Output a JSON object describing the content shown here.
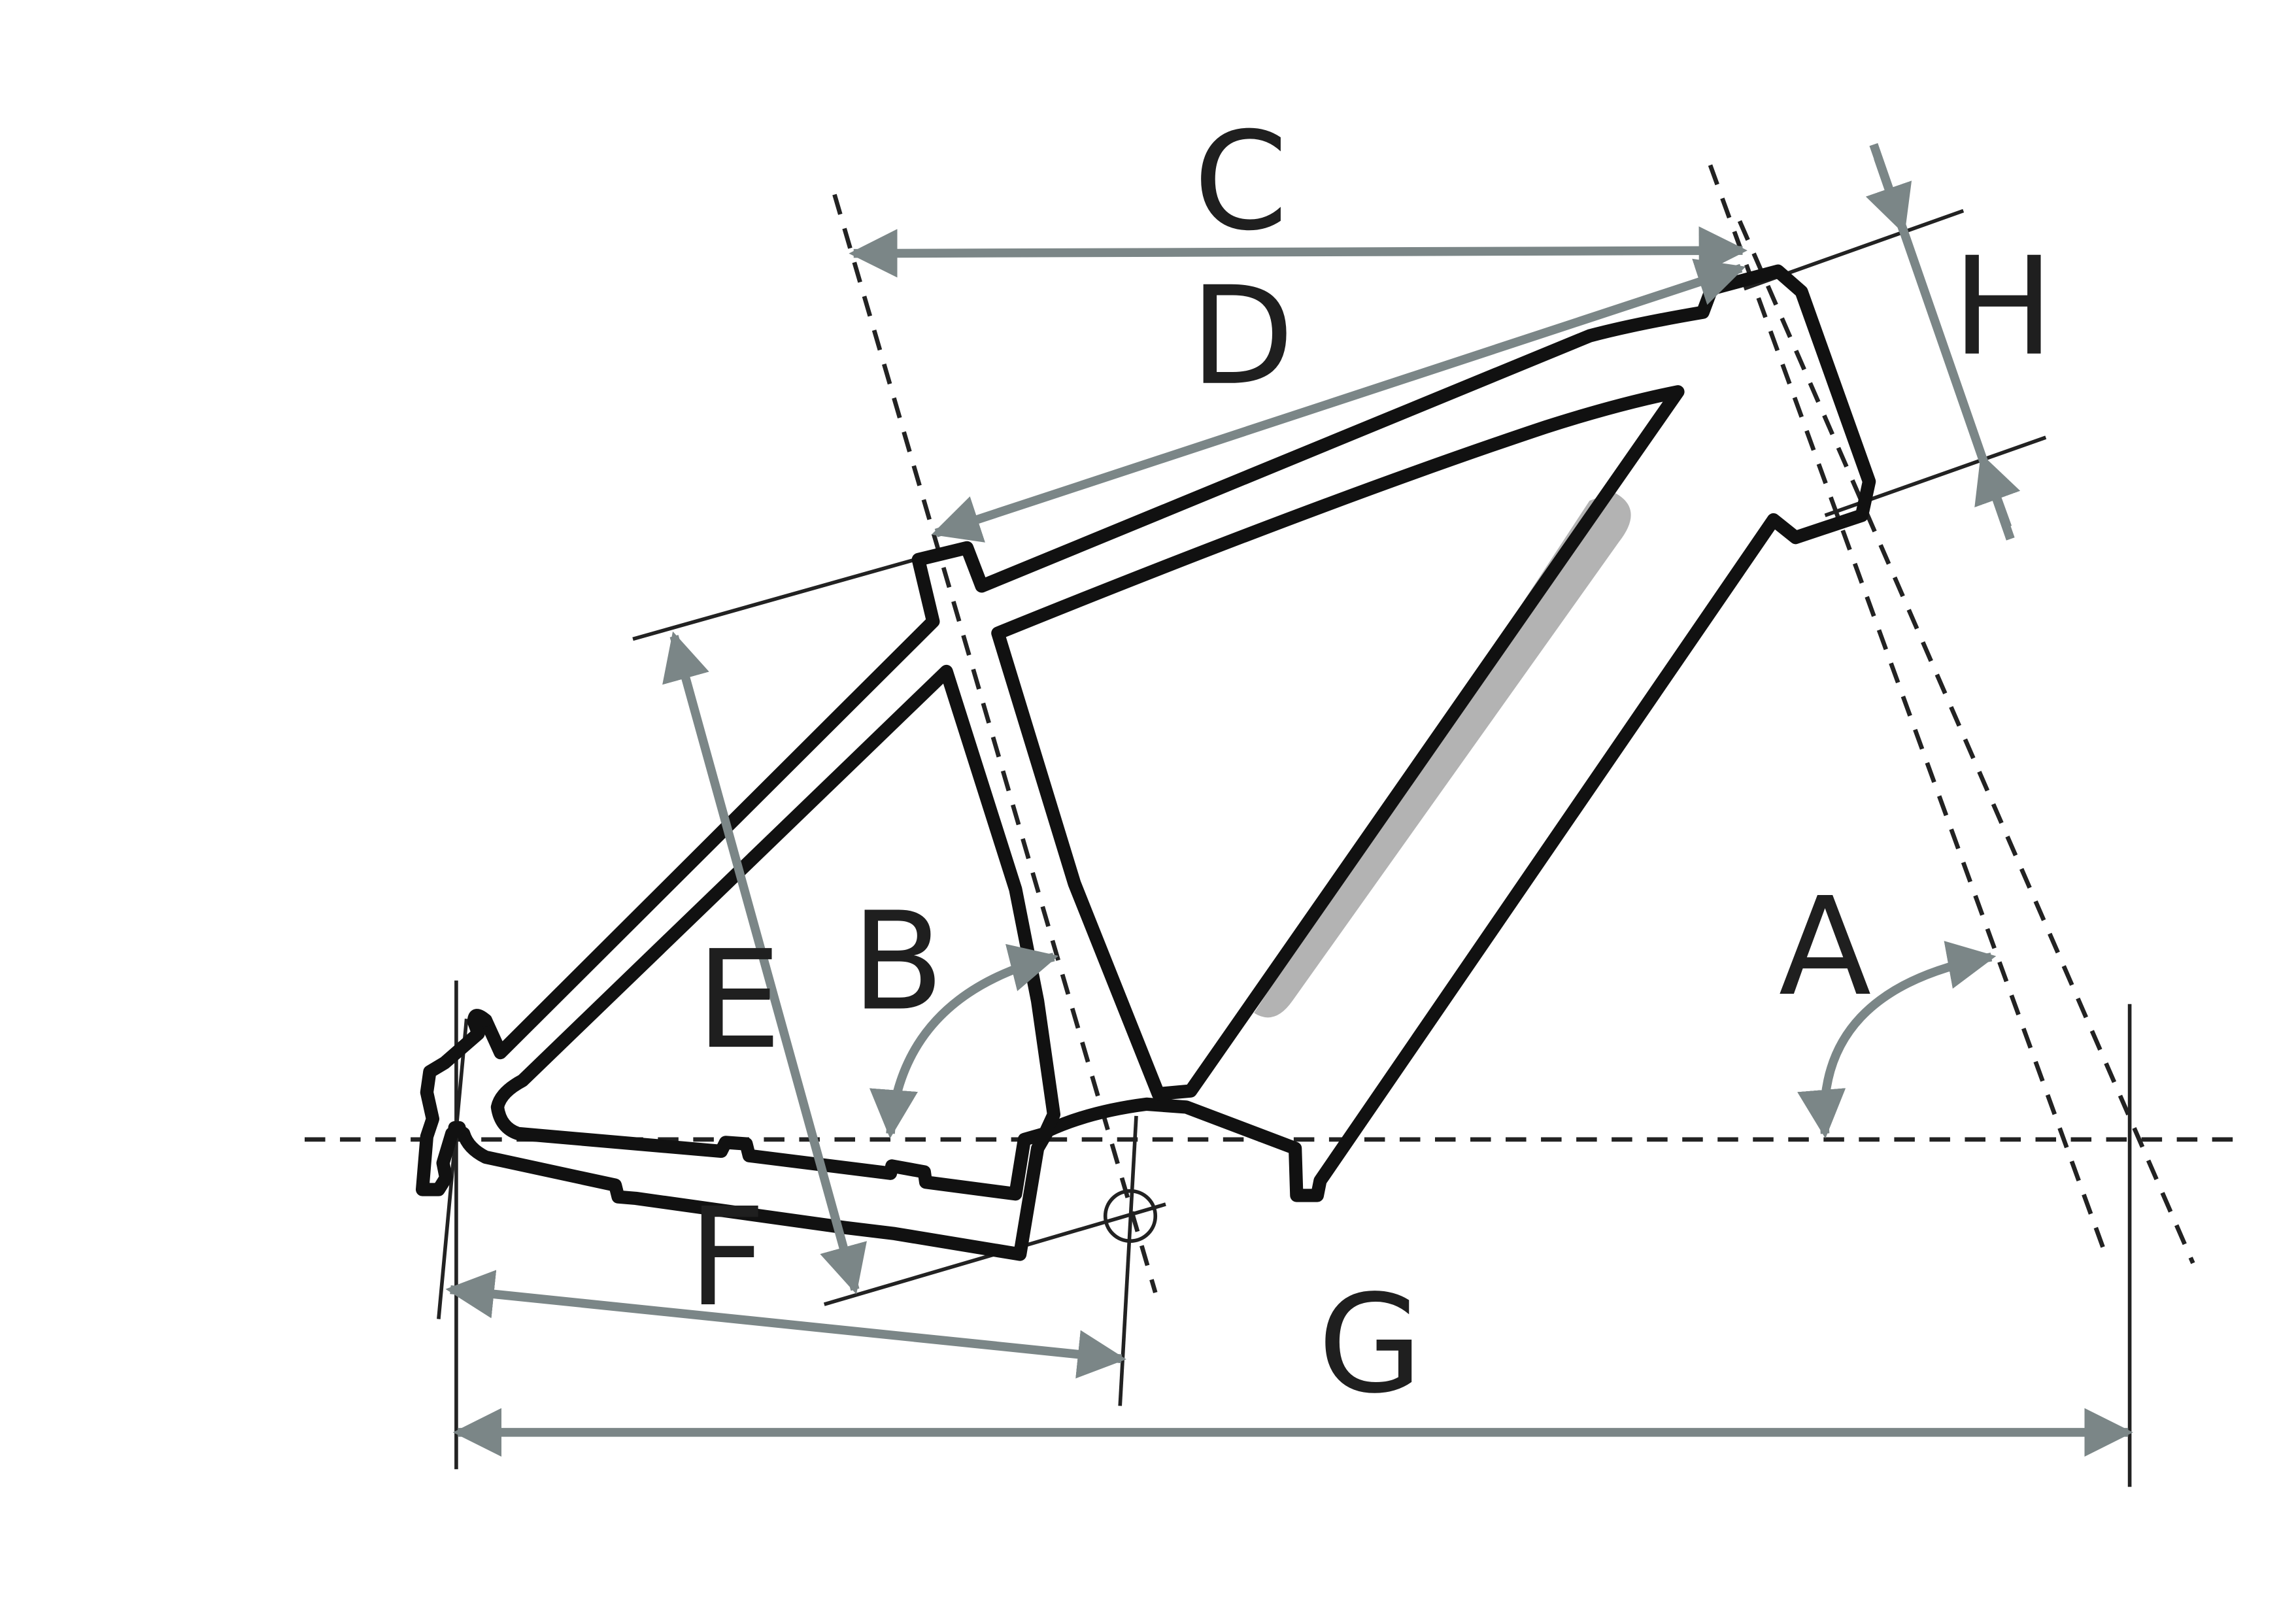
{
  "labels": {
    "a": "A",
    "b": "B",
    "c": "C",
    "d": "D",
    "e": "E",
    "f": "F",
    "g": "G",
    "h": "H"
  },
  "colors": {
    "frame_outline": "#111111",
    "dimension_arrows": "#7b8687",
    "battery_shadow": "#b3b3b3",
    "background": "#ffffff"
  }
}
